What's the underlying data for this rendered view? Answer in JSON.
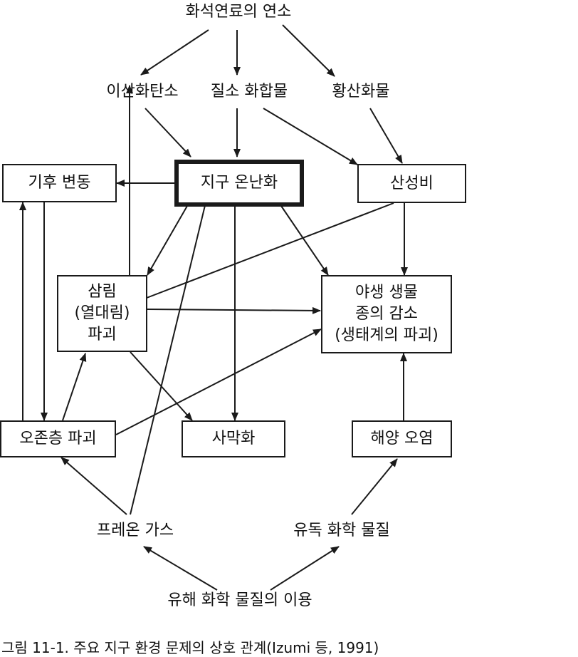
{
  "nodes": {
    "fossil_fuel": "화석연료의 연소",
    "co2": "이산화탄소",
    "nitrogen": "질소 화합물",
    "sulfur": "황산화물",
    "climate": "기후 변동",
    "warming": "지구 온난화",
    "acid_rain": "산성비",
    "forest": "삼림\n(열대림)\n파괴",
    "wildlife": "야생 생물\n종의 감소\n(생태계의 파괴)",
    "ozone": "오존층 파괴",
    "desert": "사막화",
    "ocean": "해양 오염",
    "freon": "프레온 가스",
    "toxic": "유독 화학 물질",
    "harmful_use": "유해 화학 물질의 이용"
  },
  "caption": "그림 11-1. 주요 지구 환경 문제의 상호 관계(Izumi 등, 1991)",
  "colors": {
    "ink": "#1a1a1a",
    "background": "#ffffff"
  }
}
